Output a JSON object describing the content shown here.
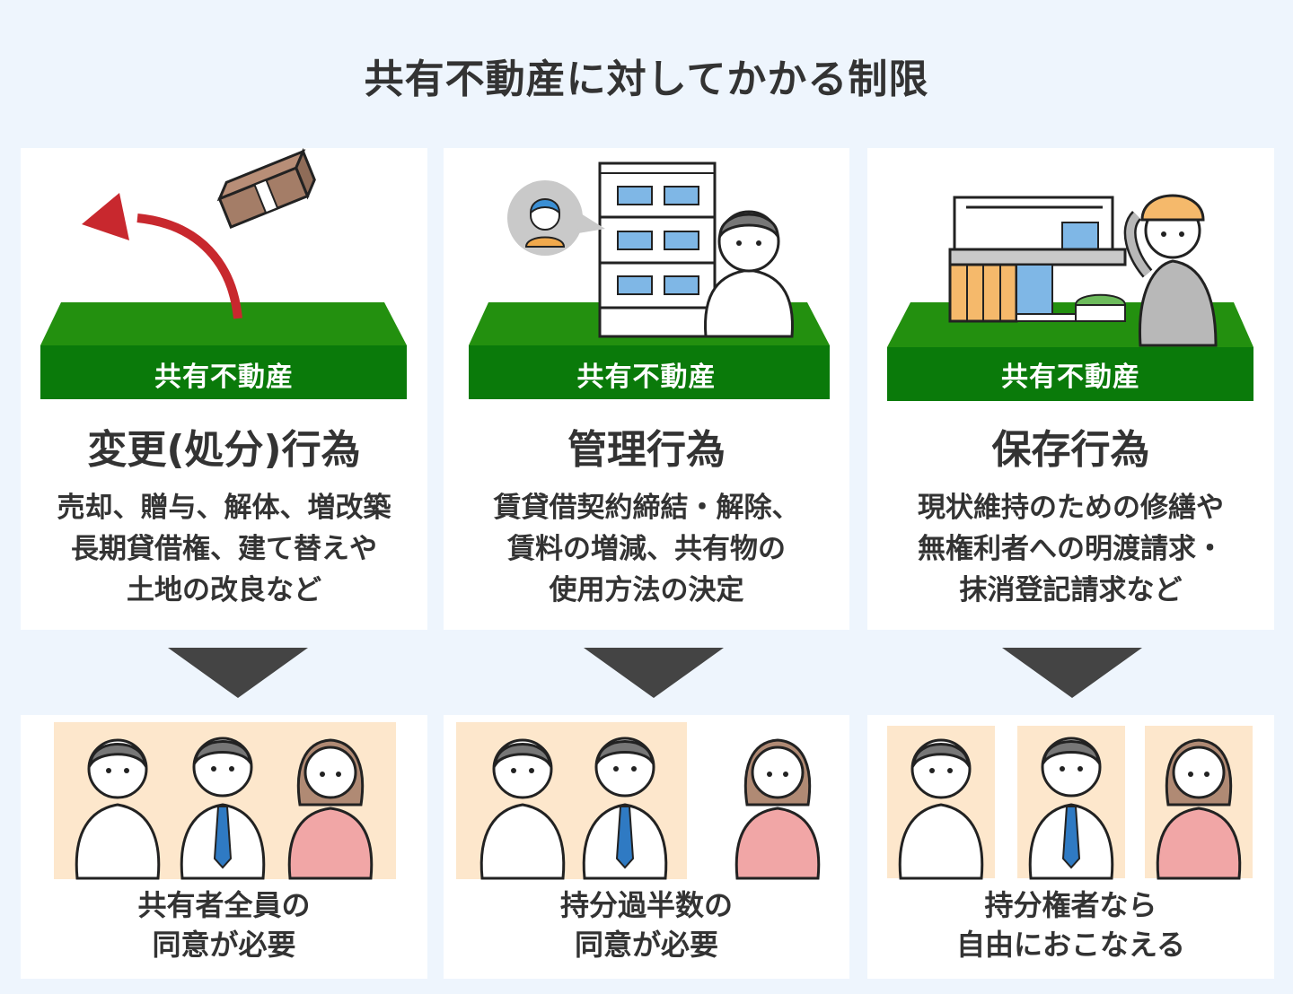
{
  "title": "共有不動産に対してかかる制限",
  "colors": {
    "background": "#eef5fd",
    "card": "#ffffff",
    "platform_top": "#23900f",
    "platform_front": "#0a7a0a",
    "arrow": "#444444",
    "highlight": "#fde7cc",
    "red_arrow": "#c8282e",
    "text": "#333333"
  },
  "columns": [
    {
      "platform_label": "共有不動産",
      "act_title": "変更(処分)行為",
      "description": [
        "売却、贈与、解体、増改築",
        "長期貸借権、建て替えや",
        "土地の改良など"
      ],
      "illustration": "money-leaving-property",
      "result": [
        "共有者全員の",
        "同意が必要"
      ],
      "people_highlight": "all-three"
    },
    {
      "platform_label": "共有不動産",
      "act_title": "管理行為",
      "description": [
        "賃貸借契約締結・解除、",
        "賃料の増減、共有物の",
        "使用方法の決定"
      ],
      "illustration": "apartment-with-owner-and-tenant",
      "result": [
        "持分過半数の",
        "同意が必要"
      ],
      "people_highlight": "two-of-three"
    },
    {
      "platform_label": "共有不動産",
      "act_title": "保存行為",
      "description": [
        "現状維持のための修繕や",
        "無権利者への明渡請求・",
        "抹消登記請求など"
      ],
      "illustration": "house-with-worker",
      "result": [
        "持分権者なら",
        "自由におこなえる"
      ],
      "people_highlight": "each-individually"
    }
  ]
}
